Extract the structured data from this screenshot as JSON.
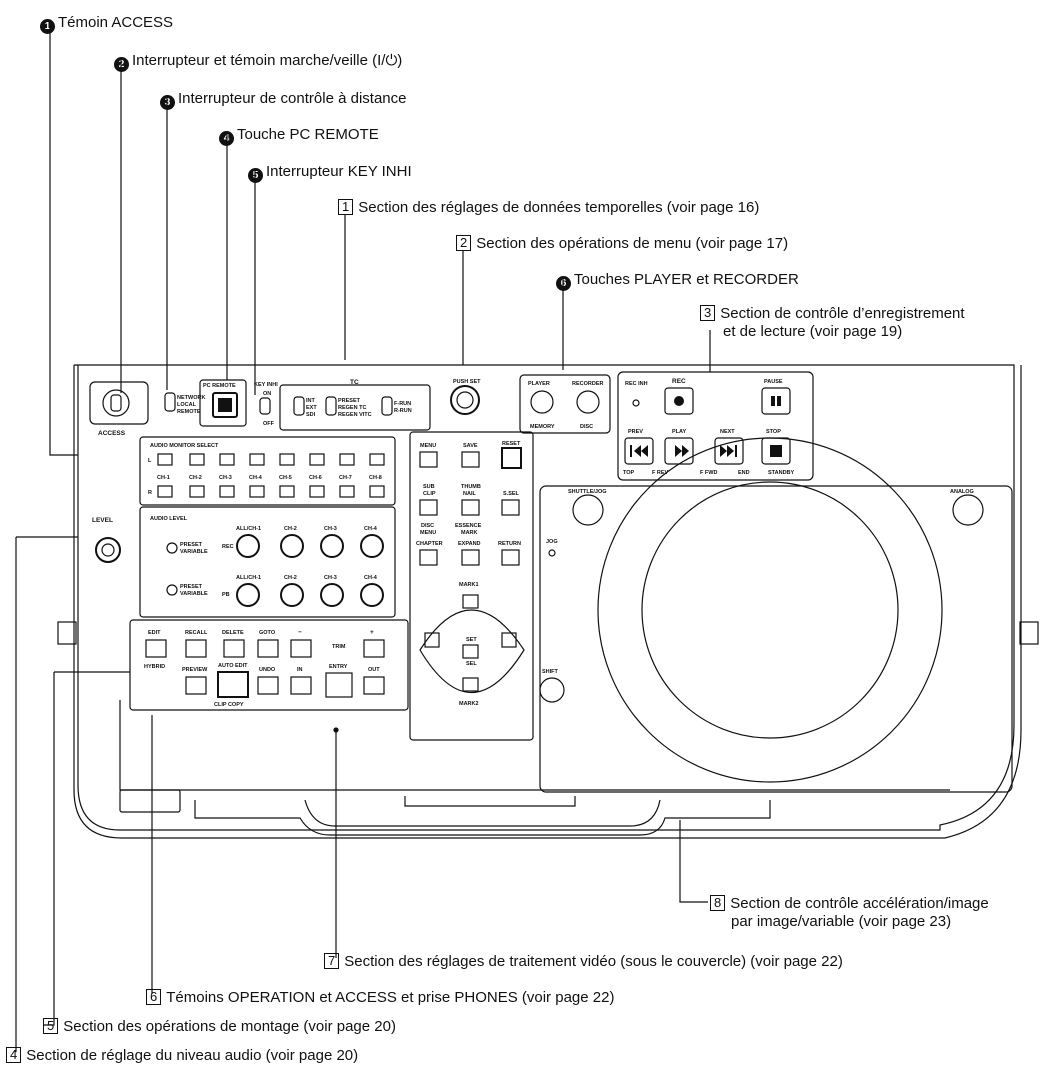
{
  "callouts": {
    "c1": {
      "num": "1",
      "text": "Témoin ACCESS"
    },
    "c2": {
      "num": "2",
      "text": "Interrupteur et témoin marche/veille (I/⏻)"
    },
    "c3": {
      "num": "3",
      "text": "Interrupteur de contrôle à distance"
    },
    "c4": {
      "num": "4",
      "text": "Touche PC REMOTE"
    },
    "c5": {
      "num": "5",
      "text": "Interrupteur KEY INHI"
    },
    "c6": {
      "num": "6",
      "text": "Touches PLAYER et RECORDER"
    }
  },
  "sections": {
    "s1": {
      "num": "1",
      "text": "Section des réglages de données temporelles (voir page 16)"
    },
    "s2": {
      "num": "2",
      "text": "Section des opérations de menu (voir page 17)"
    },
    "s3": {
      "num": "3",
      "line1": "Section de contrôle d’enregistrement",
      "line2": "et de lecture (voir page 19)"
    },
    "s4": {
      "num": "4",
      "text": "Section de réglage du niveau audio (voir page 20)"
    },
    "s5": {
      "num": "5",
      "text": "Section des opérations de montage (voir page 20)"
    },
    "s6": {
      "num": "6",
      "text": "Témoins OPERATION et ACCESS et prise PHONES (voir page 22)"
    },
    "s7": {
      "num": "7",
      "text": "Section des réglages de traitement vidéo (sous le couvercle) (voir page 22)"
    },
    "s8": {
      "num": "8",
      "line1": "Section de contrôle accélération/image",
      "line2": "par image/variable (voir page 23)"
    }
  },
  "panel": {
    "access": "ACCESS",
    "network": "NETWORK",
    "local": "LOCAL",
    "remote": "REMOTE",
    "pc_remote": "PC REMOTE",
    "key_inhi": "KEY INHI",
    "on": "ON",
    "off": "OFF",
    "tc": "TC",
    "int": "INT",
    "ext": "EXT",
    "sdi": "SDI",
    "preset": "PRESET",
    "regen_tc": "REGEN TC",
    "regen_vitc": "REGEN VITC",
    "f_run": "F-RUN",
    "r_run": "R-RUN",
    "push_set": "PUSH SET",
    "player": "PLAYER",
    "recorder": "RECORDER",
    "memory": "MEMORY",
    "disc": "DISC",
    "rec_inh": "REC INH",
    "rec": "REC",
    "pause": "PAUSE",
    "prev": "PREV",
    "play": "PLAY",
    "next": "NEXT",
    "stop": "STOP",
    "top": "TOP",
    "frev": "F REV",
    "ffwd": "F FWD",
    "end": "END",
    "standby": "STANDBY",
    "audio_monitor_select": "AUDIO MONITOR SELECT",
    "ch_labels": [
      "CH-1",
      "CH-2",
      "CH-3",
      "CH-4",
      "CH-5",
      "CH-6",
      "CH-7",
      "CH-8"
    ],
    "l": "L",
    "r": "R",
    "level": "LEVEL",
    "audio_level": "AUDIO LEVEL",
    "rec_knobs": [
      "ALL/CH-1",
      "CH-2",
      "CH-3",
      "CH-4"
    ],
    "pb_knobs": [
      "ALL/CH-1",
      "CH-2",
      "CH-3",
      "CH-4"
    ],
    "rec_short": "REC",
    "pb": "PB",
    "preset_variable": [
      "PRESET",
      "VARIABLE"
    ],
    "menu": "MENU",
    "save": "SAVE",
    "reset": "RESET",
    "sub_clip": [
      "SUB",
      "CLIP"
    ],
    "thumbnail": [
      "THUMB",
      "NAIL"
    ],
    "s_sel": "S.SEL",
    "disc_menu": [
      "DISC",
      "MENU"
    ],
    "essence_mark": [
      "ESSENCE",
      "MARK"
    ],
    "chapter": "CHAPTER",
    "expand": "EXPAND",
    "return": "RETURN",
    "mark1": "MARK1",
    "mark2": "MARK2",
    "set": "SET",
    "sel": "SEL",
    "shift": "SHIFT",
    "edit_keys_top": [
      "EDIT",
      "RECALL",
      "DELETE",
      "GOTO"
    ],
    "minus": "−",
    "trim": "TRIM",
    "plus": "+",
    "hybrid": "HYBRID",
    "preview": "PREVIEW",
    "auto_edit": "AUTO EDIT",
    "undo": "UNDO",
    "in": "IN",
    "entry": "ENTRY",
    "out": "OUT",
    "clip_copy": "CLIP COPY",
    "shuttle_jog": "SHUTTLE/JOG",
    "analog": "ANALOG",
    "jog": "JOG"
  }
}
